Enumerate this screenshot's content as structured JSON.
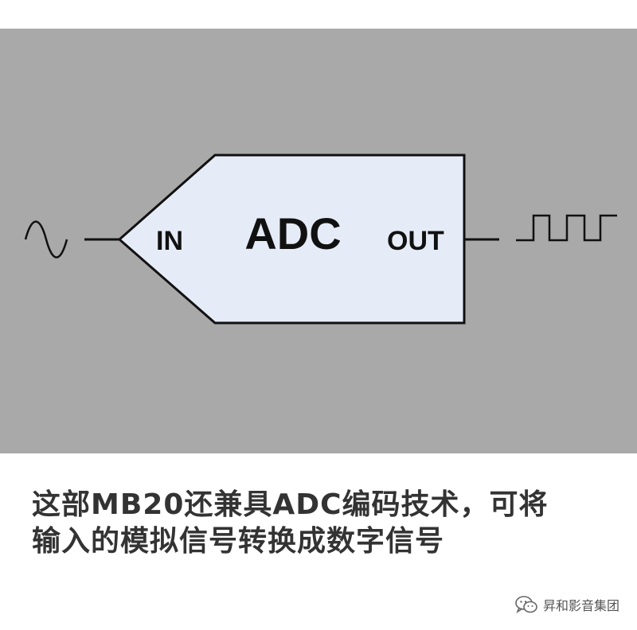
{
  "diagram": {
    "block_label": "ADC",
    "input_label": "IN",
    "output_label": "OUT",
    "input_signal_icon": "sine-wave-icon",
    "output_signal_icon": "square-wave-icon",
    "colors": {
      "background": "#a9a9a9",
      "block_fill": "#e6ecf7",
      "stroke": "#111111"
    }
  },
  "caption": {
    "line1": "这部MB20还兼具ADC编码技术，可将",
    "line2": "输入的模拟信号转换成数字信号"
  },
  "watermark": {
    "icon": "wechat-icon",
    "text": "昇和影音集团"
  }
}
